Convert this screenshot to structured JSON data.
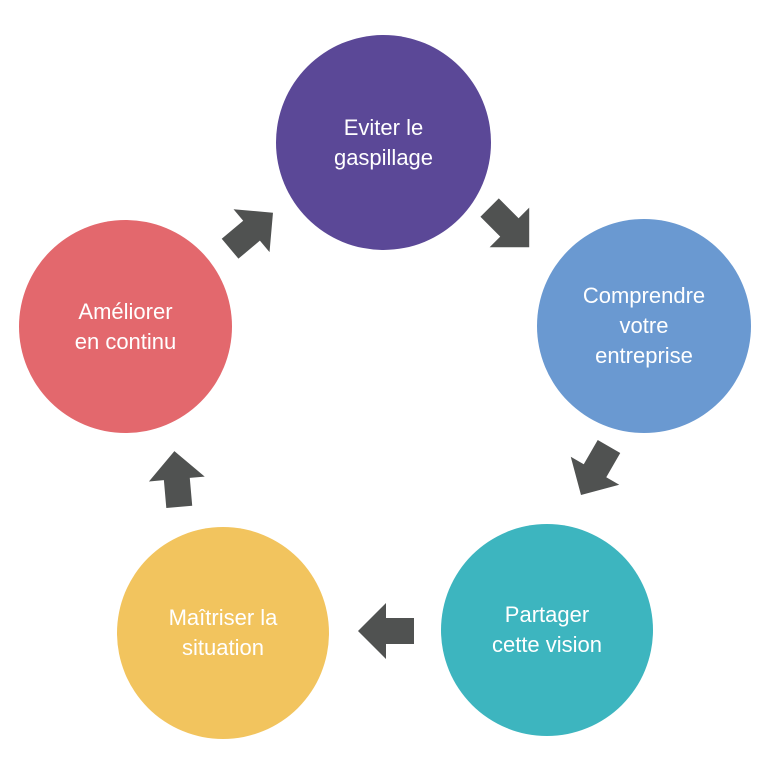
{
  "diagram": {
    "type": "cycle",
    "arrow_color": "#505251",
    "nodes": [
      {
        "label": "Eviter le\ngaspillage",
        "color": "#5b4897"
      },
      {
        "label": "Comprendre\nvotre\nentreprise",
        "color": "#6a99d1"
      },
      {
        "label": "Partager\ncette vision",
        "color": "#3db5bf"
      },
      {
        "label": "Maîtriser la\nsituation",
        "color": "#f2c45e"
      },
      {
        "label": "Améliorer\nen continu",
        "color": "#e3686d"
      }
    ]
  }
}
